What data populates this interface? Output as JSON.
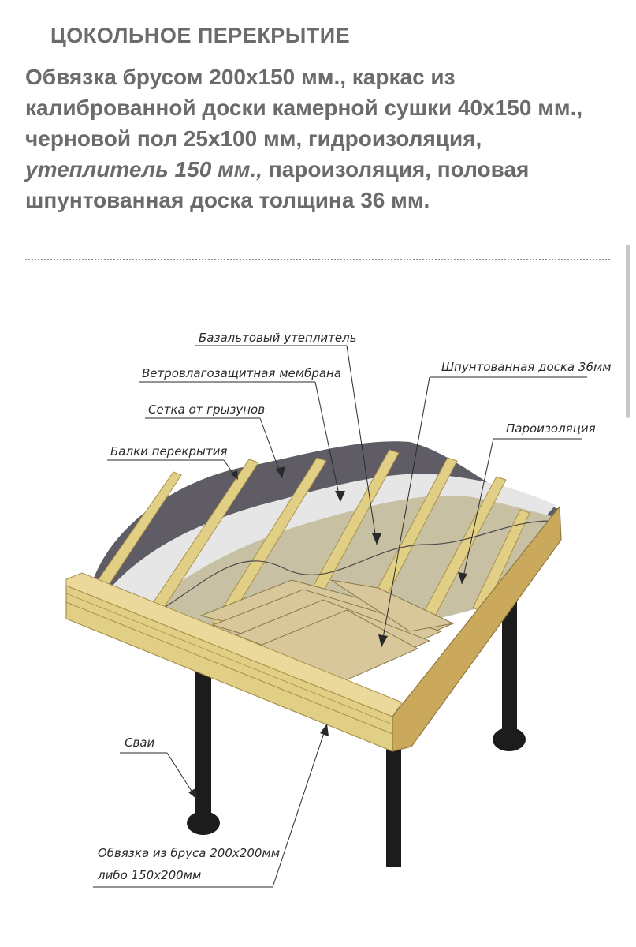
{
  "heading": "ЦОКОЛЬНОЕ ПЕРЕКРЫТИЕ",
  "description": {
    "part1": "Обвязка брусом 200х150 мм., каркас из калиброванной доски камерной сушки 40х150 мм., черновой пол 25х100 мм, гидроизоляция, ",
    "italic": "утеплитель 150 мм.,",
    "part2": " пароизоляция, половая шпунтованная доска толщина 36 мм."
  },
  "diagram": {
    "labels": {
      "insulation": "Базальтовый утеплитель",
      "membrane": "Ветровлагозащитная мембрана",
      "tongue_board": "Шпунтованная доска 36мм",
      "rodent_mesh": "Сетка от грызунов",
      "vapor_barrier": "Пароизоляция",
      "beams": "Балки перекрытия",
      "piles": "Сваи",
      "strapping_line1": "Обвязка из бруса 200х200мм",
      "strapping_line2": "либо 150х200мм"
    },
    "colors": {
      "wood": "#e2cf86",
      "wood_dark": "#b89c4e",
      "membrane": "#5f5c66",
      "insulation": "#c8c0a2",
      "mesh": "#e6e6e6",
      "pile": "#1c1c1c"
    }
  }
}
